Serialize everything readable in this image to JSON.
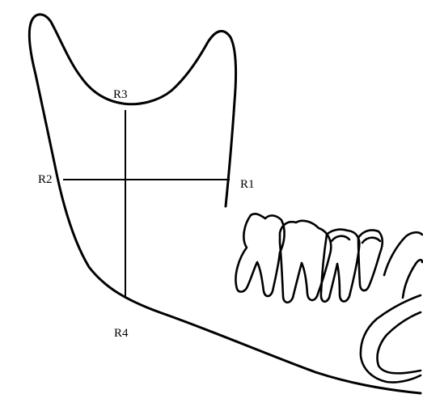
{
  "diagram": {
    "labels": {
      "r1": "R1",
      "r2": "R2",
      "r3": "R3",
      "r4": "R4"
    },
    "colors": {
      "stroke": "#000000",
      "background": "#ffffff"
    }
  }
}
